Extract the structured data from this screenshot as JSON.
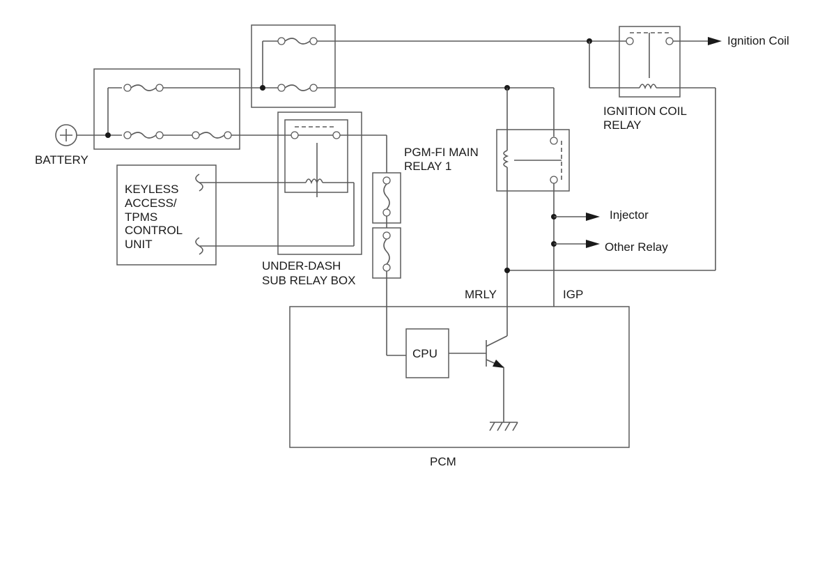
{
  "labels": {
    "battery": "BATTERY",
    "ignition_coil": "Ignition Coil",
    "ignition_coil_relay_line1": "IGNITION COIL",
    "ignition_coil_relay_line2": "RELAY",
    "pgmfi_line1": "PGM-FI MAIN",
    "pgmfi_line2": "RELAY 1",
    "keyless_line1": "KEYLESS",
    "keyless_line2": "ACCESS/",
    "keyless_line3": "TPMS",
    "keyless_line4": "CONTROL",
    "keyless_line5": "UNIT",
    "under_dash_line1": "UNDER-DASH",
    "under_dash_line2": "SUB RELAY BOX",
    "injector": "Injector",
    "other_relay": "Other Relay",
    "mrly": "MRLY",
    "igp": "IGP",
    "cpu": "CPU",
    "pcm": "PCM"
  }
}
